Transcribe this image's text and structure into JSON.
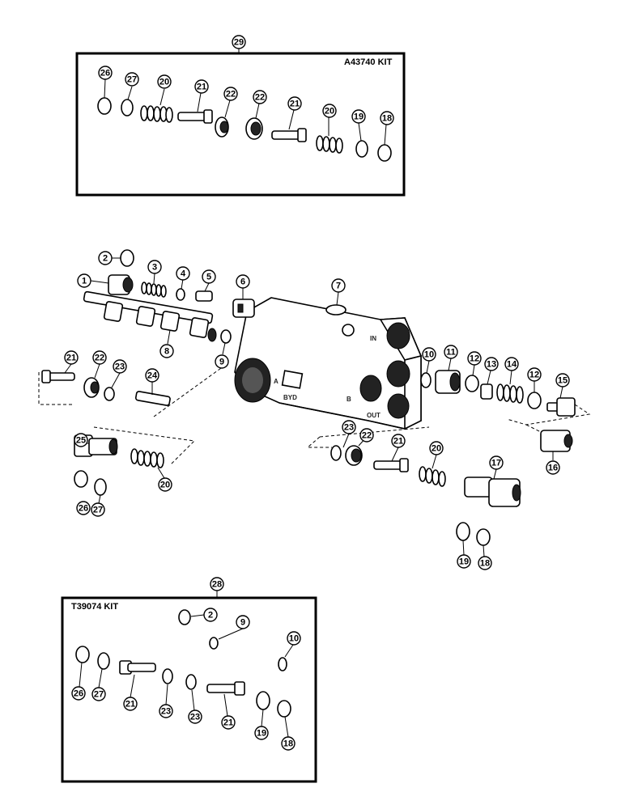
{
  "kits": {
    "top_kit_label": "A43740 KIT",
    "bottom_kit_label": "T39074 KIT"
  },
  "port_labels": {
    "in": "IN",
    "a": "A",
    "b": "B",
    "byd": "BYD",
    "out": "OUT"
  },
  "callouts": {
    "c29": "29",
    "c28": "28",
    "k1_26": "26",
    "k1_27": "27",
    "k1_20a": "20",
    "k1_21a": "21",
    "k1_22a": "22",
    "k1_22b": "22",
    "k1_21b": "21",
    "k1_20b": "20",
    "k1_19": "19",
    "k1_18": "18",
    "m_2": "2",
    "m_3": "3",
    "m_4": "4",
    "m_5": "5",
    "m_6": "6",
    "m_1": "1",
    "m_7": "7",
    "m_8": "8",
    "m_9": "9",
    "m_21a": "21",
    "m_22a": "22",
    "m_23a": "23",
    "m_24": "24",
    "m_10": "10",
    "m_11": "11",
    "m_12a": "12",
    "m_13": "13",
    "m_14": "14",
    "m_12b": "12",
    "m_15": "15",
    "m_16": "16",
    "m_23b": "23",
    "m_22b": "22",
    "m_21b": "21",
    "m_20b": "20",
    "m_17": "17",
    "m_25": "25",
    "m_20a": "20",
    "m_26": "26",
    "m_27": "27",
    "m_19": "19",
    "m_18": "18",
    "k2_2": "2",
    "k2_9": "9",
    "k2_10": "10",
    "k2_26": "26",
    "k2_27": "27",
    "k2_21a": "21",
    "k2_23a": "23",
    "k2_23b": "23",
    "k2_21b": "21",
    "k2_19": "19",
    "k2_18": "18"
  }
}
